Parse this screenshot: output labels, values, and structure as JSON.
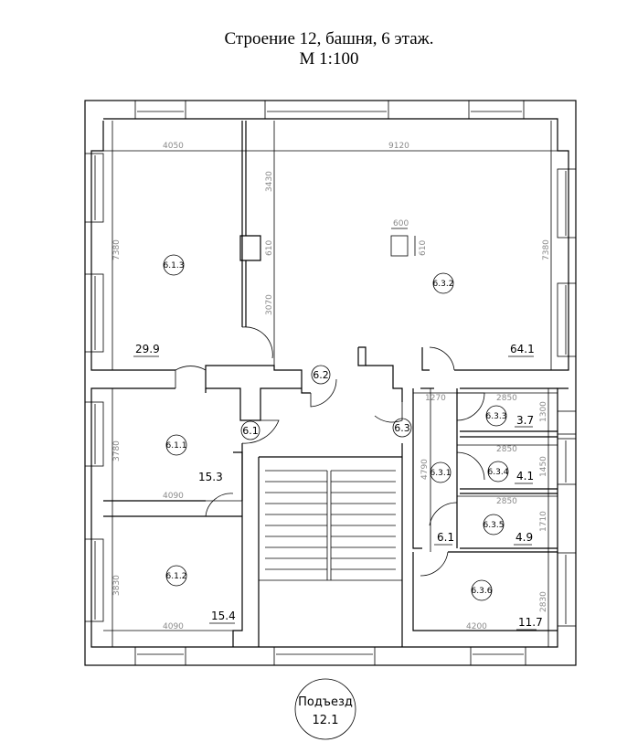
{
  "title": {
    "line1": "Строение 12, башня, 6 этаж.",
    "line2": "М 1:100"
  },
  "entrance": {
    "label": "Подъезд",
    "number": "12.1"
  },
  "rooms": {
    "r613": {
      "tag": "6.1.3",
      "area": "29.9"
    },
    "r632": {
      "tag": "6.3.2",
      "area": "64.1"
    },
    "r611": {
      "tag": "6.1.1",
      "area": "15.3"
    },
    "r612": {
      "tag": "6.1.2",
      "area": "15.4"
    },
    "r62": {
      "tag": "6.2"
    },
    "r61": {
      "tag": "6.1"
    },
    "r63": {
      "tag": "6.3"
    },
    "r631": {
      "tag": "6.3.1"
    },
    "r633": {
      "tag": "6.3.3",
      "area": "3.7"
    },
    "r634": {
      "tag": "6.3.4",
      "area": "4.1"
    },
    "r635": {
      "tag": "6.3.5",
      "area": "4.9"
    },
    "r636": {
      "tag": "6.3.6",
      "area": "11.7"
    },
    "corr61": {
      "area": "6.1"
    }
  },
  "dims": {
    "d4050": "4050",
    "d9120": "9120",
    "d3430": "3430",
    "d610a": "610",
    "d3070": "3070",
    "d600": "600",
    "d610b": "610",
    "d7380l": "7380",
    "d7380r": "7380",
    "d1270": "1270",
    "d2850a": "2850",
    "d1300": "1300",
    "d2850b": "2850",
    "d1450": "1450",
    "d2850c": "2850",
    "d1710": "1710",
    "d4790": "4790",
    "d3780": "3780",
    "d4090a": "4090",
    "d3830": "3830",
    "d4090b": "4090",
    "d4200": "4200",
    "d2830": "2830"
  }
}
